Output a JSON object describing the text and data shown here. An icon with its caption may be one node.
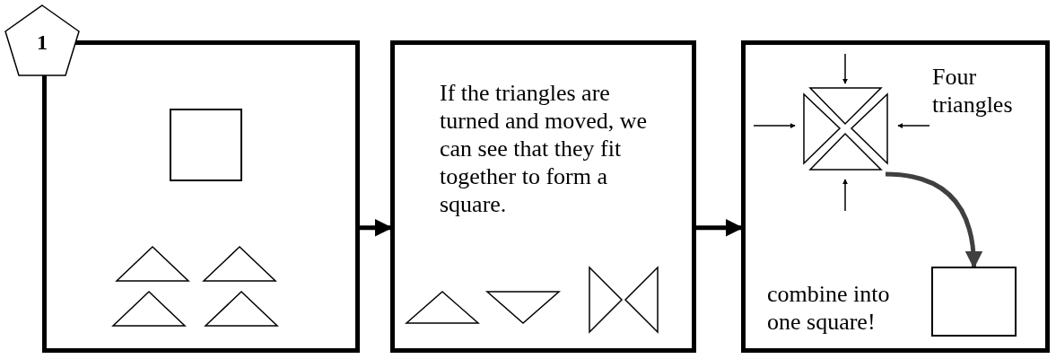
{
  "diagram": {
    "nodes": [
      {
        "text": [
          "1"
        ]
      },
      {
        "text": [],
        "shape": "box"
      },
      {
        "text": [
          "If the triangles are turned and moved, we can see that they fit together to form a square."
        ]
      },
      {
        "text": [],
        "shape": "box"
      },
      {
        "text": [],
        "shape": "picture",
        "in": 3
      },
      {
        "text": [],
        "shape": "box",
        "in": 3,
        "beside": [
          "combine into one square!"
        ]
      }
    ],
    "edges": [
      {
        "from": 1,
        "to": 2,
        "arrow": "to"
      },
      {
        "from": 2,
        "to": 3,
        "arrow": "to"
      },
      {
        "from": 4,
        "to": 5,
        "arrow": "to",
        "color": "#404040"
      }
    ],
    "labels": [
      "Four triangles"
    ]
  }
}
